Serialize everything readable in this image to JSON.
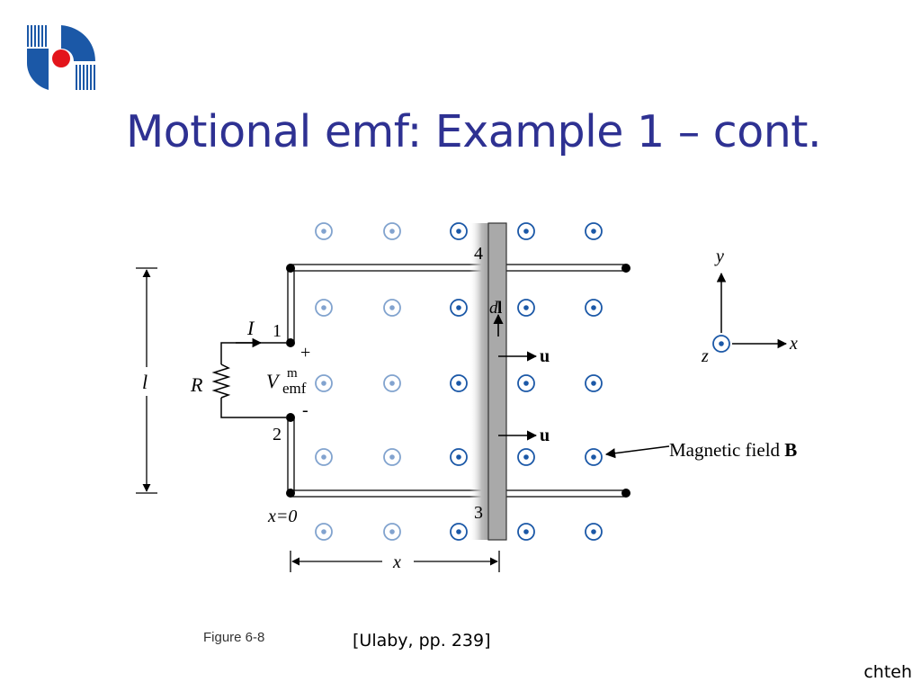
{
  "slide": {
    "title": "Motional emf: Example 1 – cont.",
    "figure_caption": "Figure 6-8",
    "reference": "[Ulaby, pp. 239]",
    "author": "chteh"
  },
  "logo": {
    "icon": "university-logo-icon",
    "colors": {
      "blue": "#1b58a7",
      "red": "#e3141b"
    }
  },
  "diagram": {
    "labels": {
      "current": "I",
      "plus": "+",
      "minus": "-",
      "resistor": "R",
      "length": "l",
      "emf_v": "V",
      "emf_sup": "m",
      "emf_sub": "emf",
      "node1": "1",
      "node2": "2",
      "node3": "3",
      "node4": "4",
      "dl_d": "d",
      "dl_l": "l",
      "velocity": "u",
      "x_origin": "x=0",
      "x_dim": "x",
      "axis_y": "y",
      "axis_x": "x",
      "axis_z": "z",
      "field_text": "Magnetic field ",
      "field_symbol": "B"
    },
    "colors": {
      "dot": "#1b58a7",
      "bar": "#a9a9a9",
      "line": "#000000"
    }
  },
  "colors": {
    "title": "#2e3192"
  }
}
